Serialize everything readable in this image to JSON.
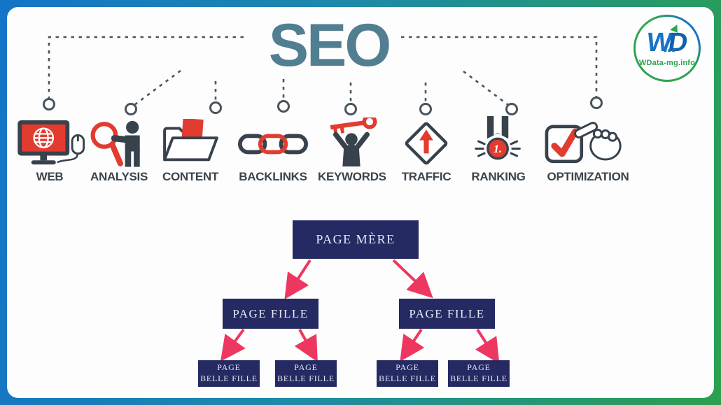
{
  "page": {
    "title": "SEO"
  },
  "logo": {
    "letter_w": "W",
    "letter_d": "D",
    "site": "WData-mg.info"
  },
  "seo_items": [
    {
      "label": "WEB",
      "icon": "monitor-globe-mouse"
    },
    {
      "label": "ANALYSIS",
      "icon": "magnifier-person"
    },
    {
      "label": "CONTENT",
      "icon": "folder-document"
    },
    {
      "label": "BACKLINKS",
      "icon": "chain-links"
    },
    {
      "label": "KEYWORDS",
      "icon": "person-holding-key"
    },
    {
      "label": "TRAFFIC",
      "icon": "diamond-up-arrow"
    },
    {
      "label": "RANKING",
      "icon": "first-place-medal"
    },
    {
      "label": "OPTIMIZATION",
      "icon": "checkbox-pointing-hand"
    }
  ],
  "sitemap": {
    "root": "PAGE MÈRE",
    "children": [
      "PAGE FILLE",
      "PAGE FILLE"
    ],
    "grand_line1": "PAGE",
    "grand_line2": "BELLE FILLE",
    "grandchildren": [
      "PAGE BELLE FILLE",
      "PAGE BELLE FILLE",
      "PAGE BELLE FILLE",
      "PAGE BELLE FILLE"
    ]
  },
  "colors": {
    "seo_title": "#527e92",
    "icon_slate": "#37424d",
    "icon_red": "#e23b2f",
    "node_navy": "#252a63",
    "arrow_pink": "#ee3760",
    "dash_gray": "#49545c",
    "frame_blue": "#1474c8",
    "frame_green": "#2ba04e",
    "logo_blue": "#1a73c6",
    "logo_green": "#2fa44e"
  }
}
